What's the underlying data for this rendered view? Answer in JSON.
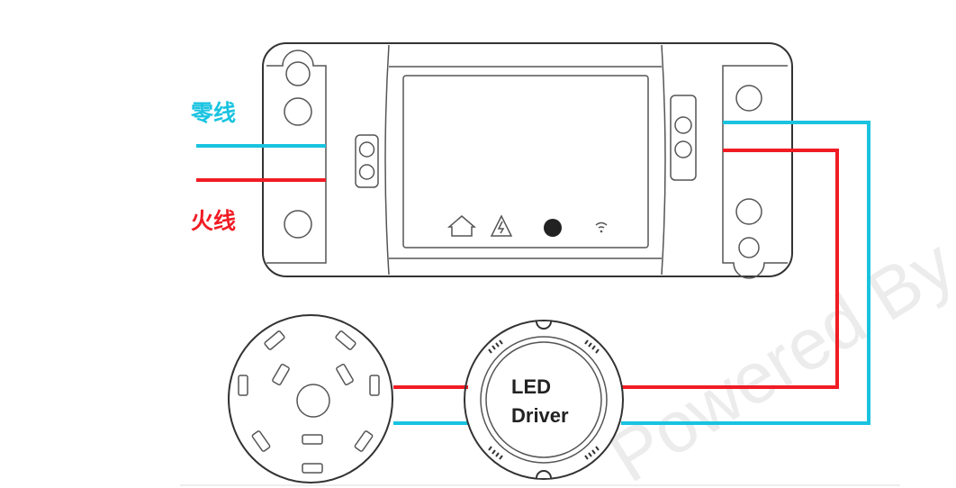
{
  "labels": {
    "neutral": "零线",
    "live": "火线"
  },
  "driver": {
    "line1": "LED",
    "line2": "Driver"
  },
  "watermark": "Powered By",
  "colors": {
    "neutral_wire": "#19c3e0",
    "live_wire": "#f01c24"
  }
}
